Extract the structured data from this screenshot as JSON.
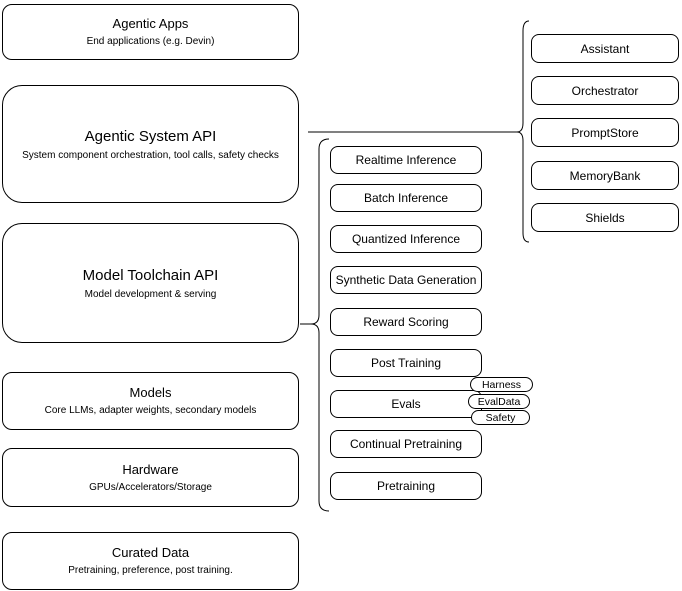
{
  "diagram": {
    "stack_layers": [
      {
        "title": "Agentic Apps",
        "subtitle": "End applications (e.g. Devin)"
      },
      {
        "title": "Agentic System API",
        "subtitle": "System component orchestration, tool calls, safety checks"
      },
      {
        "title": "Model Toolchain API",
        "subtitle": "Model development & serving"
      },
      {
        "title": "Models",
        "subtitle": "Core LLMs, adapter weights, secondary models"
      },
      {
        "title": "Hardware",
        "subtitle": "GPUs/Accelerators/Storage"
      },
      {
        "title": "Curated Data",
        "subtitle": "Pretraining, preference, post training."
      }
    ],
    "toolchain_components": [
      "Realtime Inference",
      "Batch Inference",
      "Quantized Inference",
      "Synthetic Data Generation",
      "Reward Scoring",
      "Post Training",
      "Evals",
      "Continual Pretraining",
      "Pretraining"
    ],
    "evals_subcomponents": [
      "Harness",
      "EvalData",
      "Safety"
    ],
    "system_components": [
      "Assistant",
      "Orchestrator",
      "PromptStore",
      "MemoryBank",
      "Shields"
    ],
    "colors": {
      "line": "#000000",
      "box_background": "#ffffff",
      "text": "#000000"
    }
  }
}
